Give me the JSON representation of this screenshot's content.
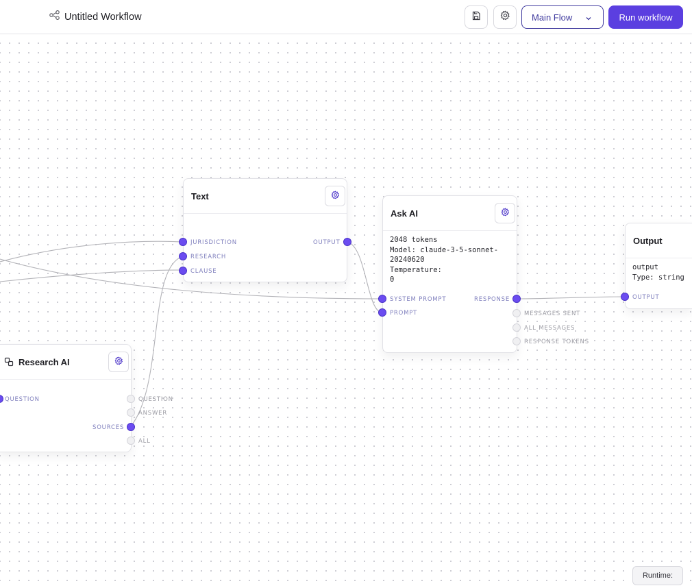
{
  "header": {
    "title": "Untitled Workflow",
    "flow_select": "Main Flow",
    "run_label": "Run workflow"
  },
  "nodes": {
    "text": {
      "title": "Text",
      "inputs": [
        "JURISDICTION",
        "RESEARCH",
        "CLAUSE"
      ],
      "output": "OUTPUT"
    },
    "ask_ai": {
      "title": "Ask AI",
      "details": [
        "2048 tokens",
        "Model: claude-3-5-sonnet-",
        "20240620",
        "Temperature:",
        "0"
      ],
      "inputs": [
        "SYSTEM PROMPT",
        "PROMPT"
      ],
      "outputs": [
        "RESPONSE",
        "MESSAGES SENT",
        "ALL MESSAGES",
        "RESPONSE TOKENS"
      ]
    },
    "output": {
      "title": "Output",
      "details": [
        "output",
        "Type: string"
      ],
      "input": "OUTPUT"
    },
    "research_ai": {
      "title": "Research AI",
      "input": "QUESTION",
      "outputs": [
        "QUESTION",
        "ANSWER",
        "SOURCES",
        "ALL"
      ]
    }
  },
  "footer": {
    "runtime_label": "Runtime:"
  },
  "colors": {
    "accent": "#5b3fe0",
    "port_active": "#6b4cf0",
    "port_inactive": "#f0f0f2",
    "wire": "#b3b3b8"
  },
  "icons": {
    "workflow": "workflow-icon",
    "save": "save-icon",
    "settings": "gear-icon",
    "chevron": "chevron-down-icon",
    "research": "research-icon"
  }
}
